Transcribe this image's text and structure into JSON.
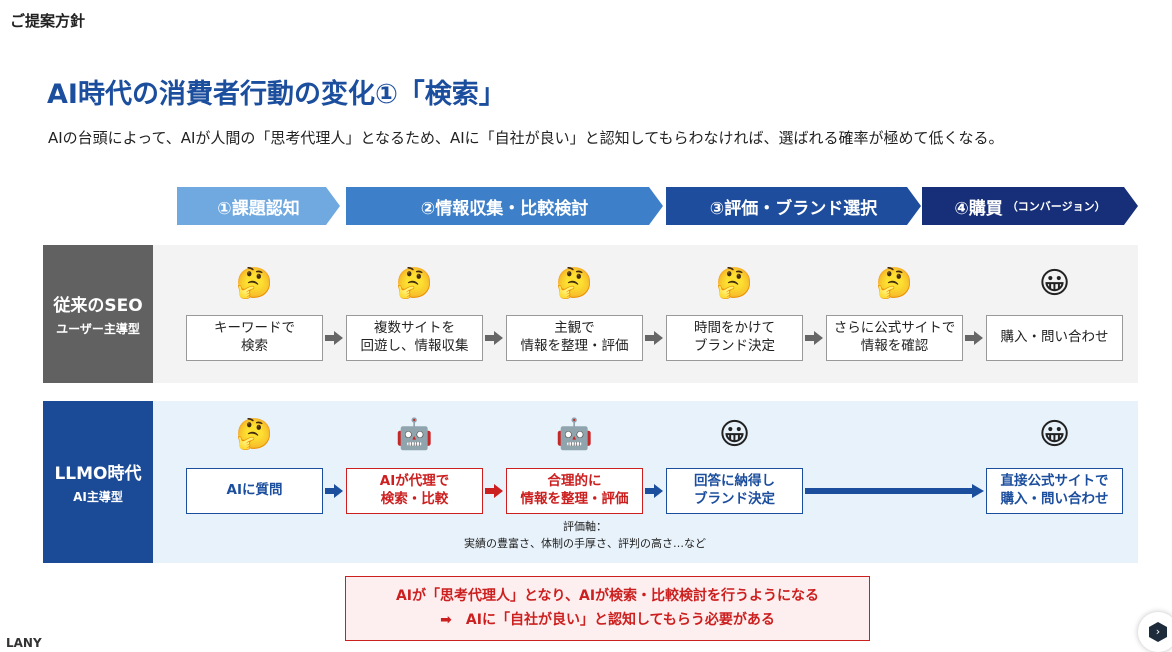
{
  "header": "ご提案方針",
  "title": "AI時代の消費者行動の変化①「検索」",
  "subtitle": "AIの台頭によって、AIが人間の「思考代理人」となるため、AIに「自社が良い」と認知してもらわなければ、選ばれる確率が極めて低くなる。",
  "colors": {
    "step1": "#70a8e0",
    "step2": "#3d80c9",
    "step3": "#1d4d9c",
    "step4": "#172f78",
    "seo_label": "#616161",
    "seo_panel": "#f3f3f3",
    "llmo_label": "#1b4a96",
    "llmo_panel": "#e8f2fb",
    "red": "#cc1f1f"
  },
  "steps": [
    {
      "label": "①課題認知"
    },
    {
      "label": "②情報収集・比較検討"
    },
    {
      "label": "③評価・ブランド選択"
    },
    {
      "label": "④購買",
      "note": "（コンバージョン）"
    }
  ],
  "seo": {
    "title": "従来のSEO",
    "subtitle": "ユーザー主導型",
    "emojis": [
      "🤔",
      "🤔",
      "🤔",
      "🤔",
      "🤔",
      "😀"
    ],
    "boxes": [
      "キーワードで\n検索",
      "複数サイトを\n回遊し、情報収集",
      "主観で\n情報を整理・評価",
      "時間をかけて\nブランド決定",
      "さらに公式サイトで\n情報を確認",
      "購入・問い合わせ"
    ]
  },
  "llmo": {
    "title": "LLMO時代",
    "subtitle": "AI主導型",
    "emojis": [
      "🤔",
      "🤖",
      "🤖",
      "😀",
      "😀"
    ],
    "boxes": [
      "AIに質問",
      "AIが代理で\n検索・比較",
      "合理的に\n情報を整理・評価",
      "回答に納得し\nブランド決定",
      "直接公式サイトで\n購入・問い合わせ"
    ],
    "note_title": "評価軸：",
    "note_body": "実績の豊富さ、体制の手厚さ、評判の高さ…など"
  },
  "conclusion": {
    "line1": "AIが「思考代理人」となり、AIが検索・比較検討を行うようになる",
    "line2": "➡　AIに「自社が良い」と認知してもらう必要がある"
  },
  "logo": "LANY"
}
